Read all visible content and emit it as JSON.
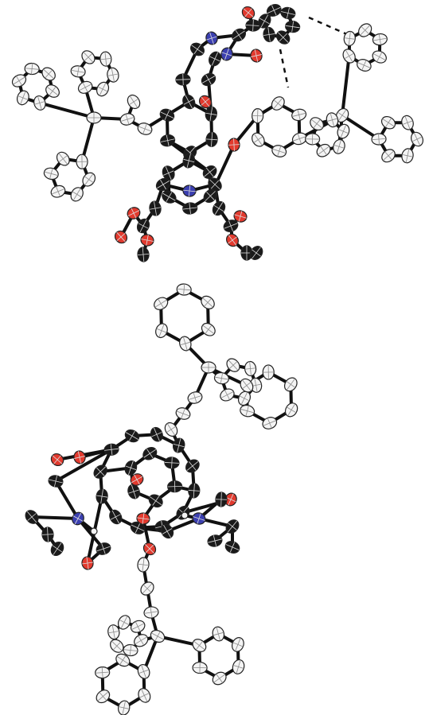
{
  "figure": {
    "panels": [
      {
        "id": "top-structure"
      },
      {
        "id": "bottom-structure"
      }
    ],
    "colors": {
      "carbon_fill": "#1a1a1a",
      "phenyl_fill": "#f4f4f4",
      "oxygen_fill": "#e23a2e",
      "nitrogen_fill": "#3b3fb0",
      "bond": "#111111",
      "outline": "#222222",
      "background": "#ffffff"
    },
    "legend": {
      "atom_types": [
        "carbon",
        "phenyl-carbon",
        "oxygen",
        "nitrogen",
        "hydrogen"
      ]
    }
  }
}
